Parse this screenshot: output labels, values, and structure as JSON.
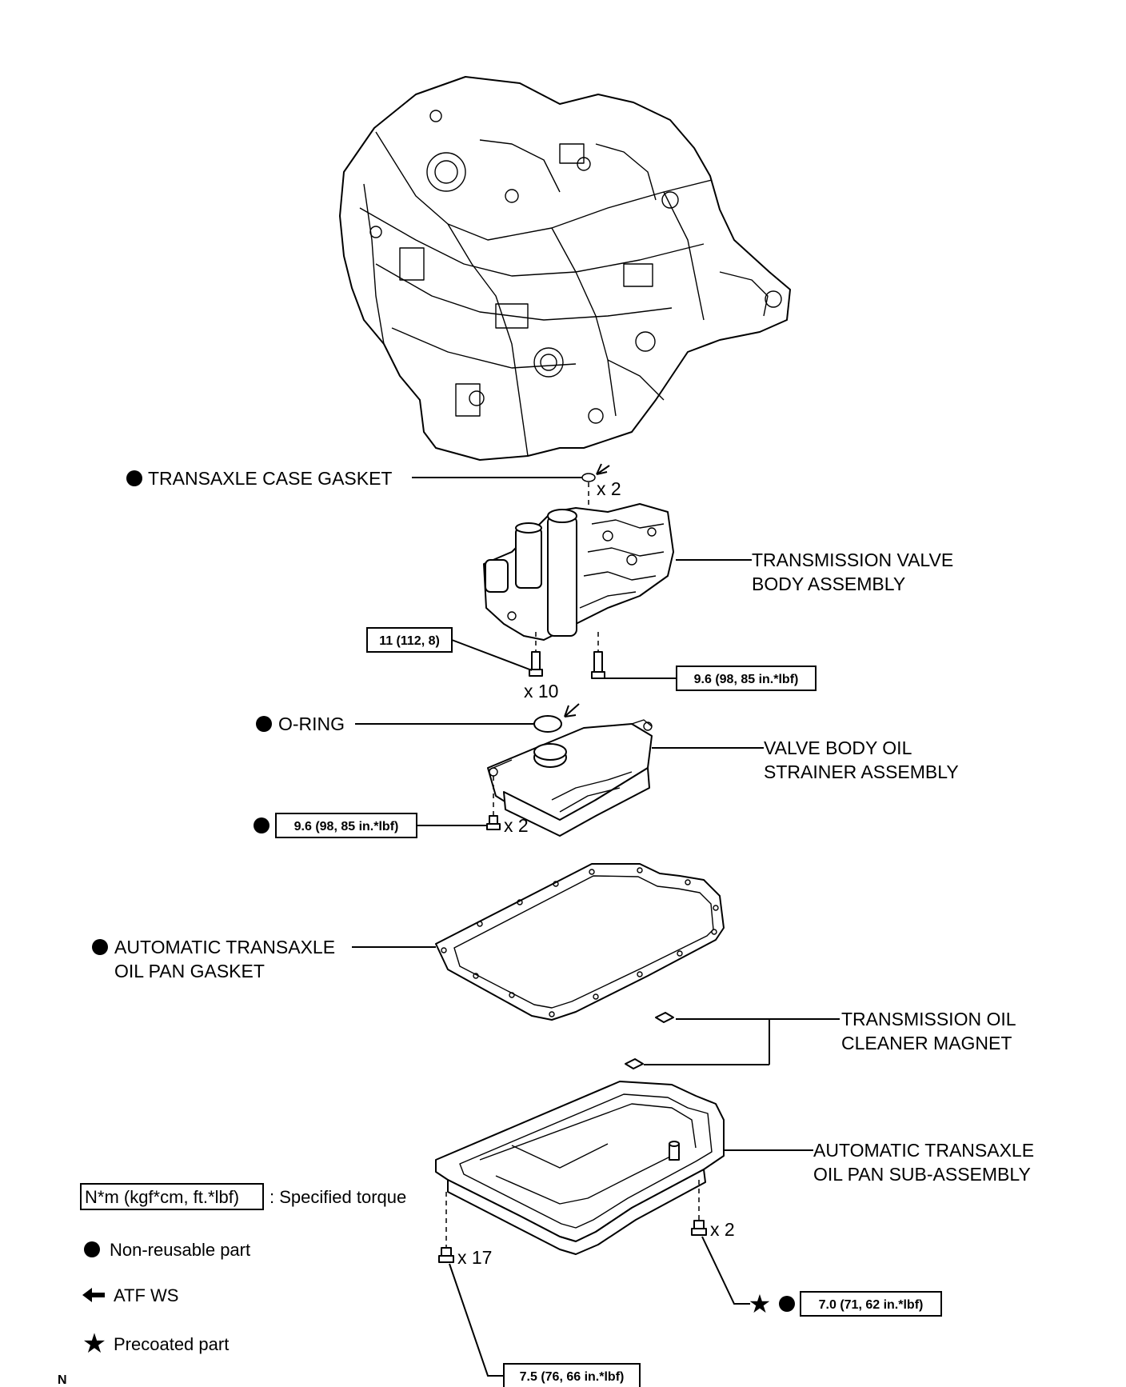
{
  "labels": {
    "transaxle_case_gasket": "TRANSAXLE CASE GASKET",
    "transaxle_case_gasket_qty": "x 2",
    "valve_body_line1": "TRANSMISSION VALVE",
    "valve_body_line2": "BODY ASSEMBLY",
    "valve_body_bolt_qty": "x 10",
    "o_ring": "O-RING",
    "strainer_line1": "VALVE BODY OIL",
    "strainer_line2": "STRAINER ASSEMBLY",
    "strainer_bolt_qty": "x 2",
    "pan_gasket_line1": "AUTOMATIC TRANSAXLE",
    "pan_gasket_line2": "OIL PAN GASKET",
    "magnet_line1": "TRANSMISSION OIL",
    "magnet_line2": "CLEANER MAGNET",
    "oil_pan_line1": "AUTOMATIC TRANSAXLE",
    "oil_pan_line2": "OIL PAN SUB-ASSEMBLY",
    "pan_bolt_qty_17": "x 17",
    "pan_bolt_qty_2": "x 2"
  },
  "torques": {
    "valve_body_long_bolt": "11 (112, 8)",
    "valve_body_short_bolt": "9.6 (98, 85 in.*lbf)",
    "strainer_bolt": "9.6 (98, 85 in.*lbf)",
    "pan_bolt_17": "7.5 (76, 66 in.*lbf)",
    "pan_bolt_2": "7.0 (71, 62 in.*lbf)"
  },
  "legend": {
    "torque_unit_box": "N*m (kgf*cm, ft.*lbf)",
    "torque_text": ": Specified torque",
    "non_reusable": "Non-reusable part",
    "atf": "ATF WS",
    "precoated": "Precoated part"
  },
  "footer": {
    "code": "N"
  },
  "symbols": {
    "non_reusable": "filled-circle-icon",
    "atf": "arrow-left-icon",
    "precoated": "star-icon"
  }
}
